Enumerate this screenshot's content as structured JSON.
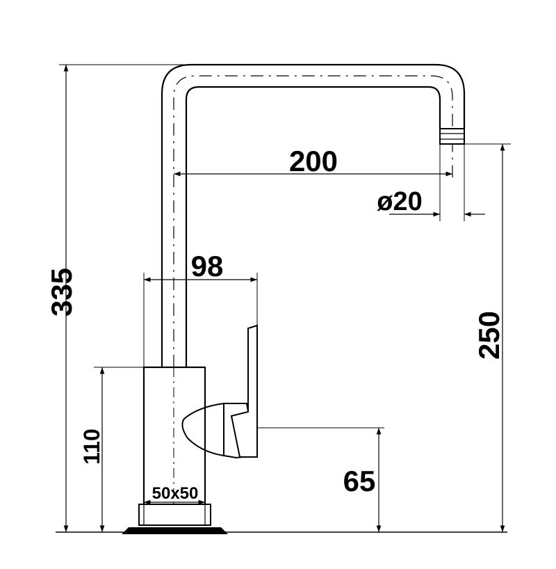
{
  "dimensions": {
    "total_height": "335",
    "spout_reach": "200",
    "outlet_diameter": "ø20",
    "body_to_handle": "98",
    "body_height": "110",
    "outlet_height": "250",
    "handle_height": "65",
    "base_size": "50x50"
  },
  "colors": {
    "line": "#000000",
    "background": "#ffffff"
  }
}
